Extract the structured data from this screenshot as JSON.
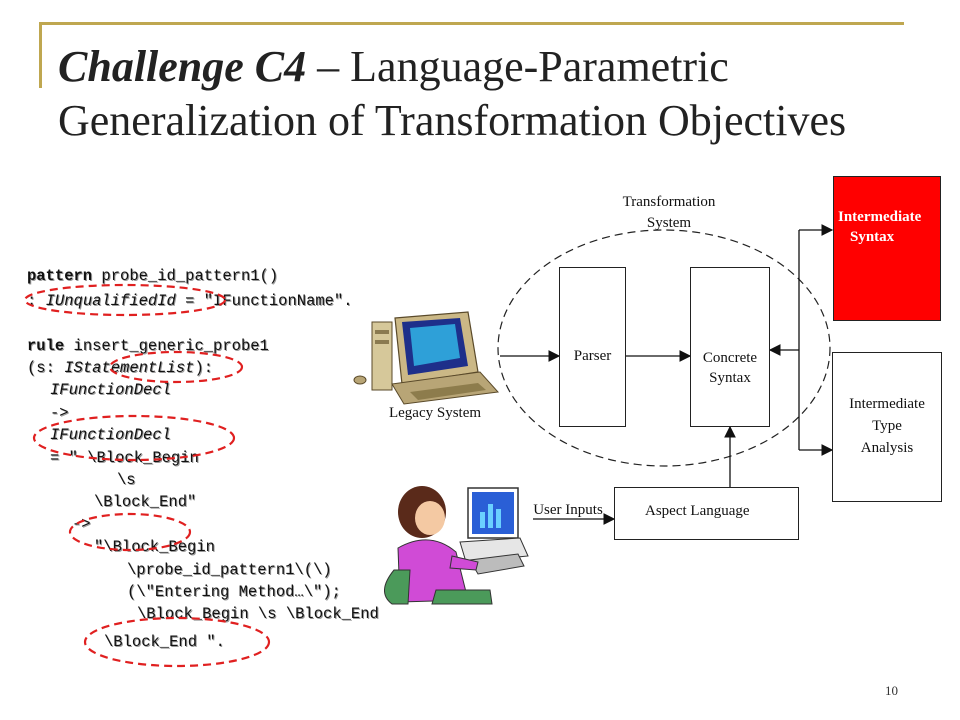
{
  "slide": {
    "title_bold": "Challenge C4",
    "title_rest": " – Language-Parametric",
    "title_line2": "Generalization of  Transformation Objectives",
    "page_number": "10"
  },
  "code": {
    "pattern_kw": "pattern",
    "pattern_name": " probe_id_pattern1()",
    "pattern_colon": ": ",
    "pattern_type": "IUnqualifiedId",
    "pattern_value": " = \"IFunctionName\".",
    "rule_kw": "rule",
    "rule_name": " insert_generic_probe1",
    "rule_param_open": "(s: ",
    "rule_param_type": "IStatementList",
    "rule_param_close": "):",
    "decl1": "IFunctionDecl",
    "arrow1": "->",
    "decl2": "IFunctionDecl",
    "eq_block_begin": "= \" \\Block_Begin",
    "s_line": "\\s",
    "block_end_quote": "\\Block_End\"",
    "arrow2": "->",
    "block_begin_quote": "\"\\Block_Begin",
    "probe_call": "\\probe_id_pattern1\\(\\)",
    "entering": "(\\\"Entering Method…\\\");",
    "inner_block": "\\Block_Begin \\s \\Block_End",
    "final_end": "\\Block_End \"."
  },
  "diagram": {
    "transformation_system": [
      "Transformation",
      "System"
    ],
    "parser": "Parser",
    "concrete_syntax": [
      "Concrete",
      "Syntax"
    ],
    "intermediate_syntax": [
      "Intermediate",
      "Syntax"
    ],
    "intermediate_type_analysis": [
      "Intermediate",
      "Type",
      "Analysis"
    ],
    "legacy_system": "Legacy System",
    "user_inputs": "User Inputs",
    "aspect_language": "Aspect Language"
  },
  "colors": {
    "accent_rule": "#bfa750",
    "highlight_box": "#ff0000",
    "dashed_ellipse": "#e02020"
  }
}
